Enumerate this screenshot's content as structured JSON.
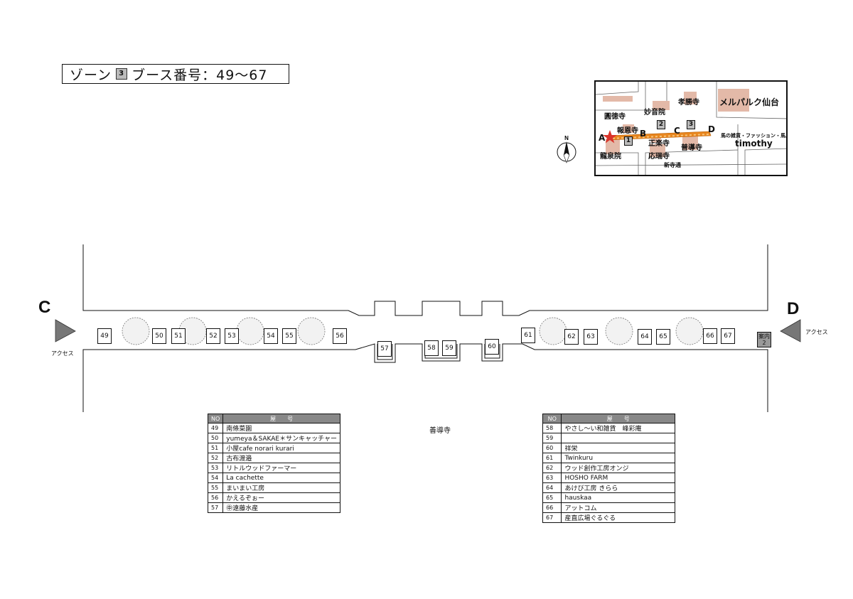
{
  "title": {
    "prefix": "ゾーン",
    "zone_number": "3",
    "suffix": "ブース番号：49〜67"
  },
  "minimap": {
    "places": [
      "孝勝寺",
      "メルパルク仙台",
      "妙音院",
      "圓徳寺",
      "報恩寺",
      "正楽寺",
      "普導寺",
      "龍泉院",
      "応瑞寺",
      "新寺通"
    ],
    "shop_caption": "馬の雑貨・ファッション・馬具",
    "shop_name": "timothy",
    "points": [
      "A",
      "B",
      "C",
      "D"
    ],
    "zones": [
      "1",
      "2",
      "3"
    ],
    "north": "N",
    "colors": {
      "building": "#e3b9a8",
      "route": "#e8861f",
      "star": "#d9342b"
    }
  },
  "endpoints": {
    "left": "C",
    "right": "D",
    "access_left": "アクセス",
    "access_right": "アクセス"
  },
  "booths": [
    "49",
    "50",
    "51",
    "52",
    "53",
    "54",
    "55",
    "56",
    "57",
    "58",
    "59",
    "60",
    "61",
    "62",
    "63",
    "64",
    "65",
    "66",
    "67"
  ],
  "info_booth": {
    "line1": "案内",
    "line2": "2"
  },
  "street_label": "善導寺",
  "legend_left": {
    "headers": [
      "NO",
      "屋　　号"
    ],
    "rows": [
      {
        "no": "49",
        "name": "南條菜園"
      },
      {
        "no": "50",
        "name": "yumeya＆SAKAE＊サンキャッチャー"
      },
      {
        "no": "51",
        "name": "小屋cafe norari kurari"
      },
      {
        "no": "52",
        "name": "古布渡邉"
      },
      {
        "no": "53",
        "name": "リトルウッドファーマー"
      },
      {
        "no": "54",
        "name": "La cachette"
      },
      {
        "no": "55",
        "name": "まいまい工房"
      },
      {
        "no": "56",
        "name": "かえるぞぉー"
      },
      {
        "no": "57",
        "name": "㊥遠藤水産"
      }
    ]
  },
  "legend_right": {
    "headers": [
      "NO",
      "屋　　号"
    ],
    "rows": [
      {
        "no": "58",
        "name": "やさし〜い和雑貨　峰彩庵"
      },
      {
        "no": "59",
        "name": ""
      },
      {
        "no": "60",
        "name": "祥栄"
      },
      {
        "no": "61",
        "name": "Twinkuru"
      },
      {
        "no": "62",
        "name": "ウッド創作工房オンジ"
      },
      {
        "no": "63",
        "name": "HOSHO FARM"
      },
      {
        "no": "64",
        "name": "あけび工房 きらら"
      },
      {
        "no": "65",
        "name": "hauskaa"
      },
      {
        "no": "66",
        "name": "アットコム"
      },
      {
        "no": "67",
        "name": "産直広場ぐるぐる"
      }
    ]
  }
}
